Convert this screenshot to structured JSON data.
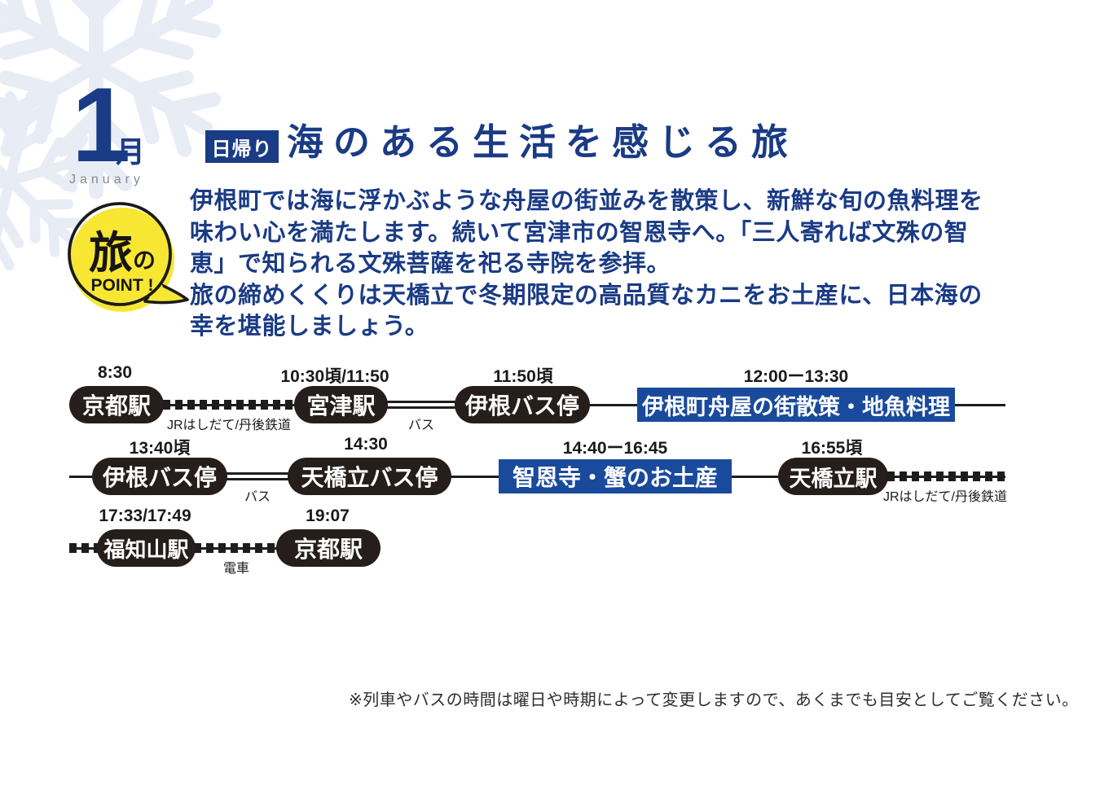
{
  "month": {
    "number": "1",
    "unit": "月",
    "name": "January"
  },
  "header": {
    "badge": "日帰り",
    "title": "海のある生活を感じる旅"
  },
  "point": {
    "kanji": "旅",
    "particle": "の",
    "label": "POINT !"
  },
  "description": {
    "lines": [
      "伊根町では海に浮かぶような舟屋の街並みを散策し、新鮮な旬の魚料理を",
      "味わい心を満たします。続いて宮津市の智恩寺へ。「三人寄れば文殊の智",
      "恵」で知られる文殊菩薩を祀る寺院を参拝。",
      "旅の締めくくりは天橋立で冬期限定の高品質なカニをお土産に、日本海の",
      "幸を堪能しましょう。"
    ]
  },
  "timeline": {
    "row1": {
      "stop1": {
        "time": "8:30",
        "label": "京都駅"
      },
      "seg1_label": "JRはしだて/丹後鉄道",
      "stop2": {
        "time": "10:30頃/11:50",
        "label": "宮津駅"
      },
      "seg2_label": "バス",
      "stop3": {
        "time": "11:50頃",
        "label": "伊根バス停"
      },
      "activity": {
        "time": "12:00ー13:30",
        "label": "伊根町舟屋の街散策・地魚料理"
      }
    },
    "row2": {
      "stop1": {
        "time": "13:40頃",
        "label": "伊根バス停"
      },
      "seg1_label": "バス",
      "stop2": {
        "time": "14:30",
        "label": "天橋立バス停"
      },
      "activity": {
        "time": "14:40ー16:45",
        "label": "智恩寺・蟹のお土産"
      },
      "stop3": {
        "time": "16:55頃",
        "label": "天橋立駅"
      },
      "seg3_label": "JRはしだて/丹後鉄道"
    },
    "row3": {
      "stop1": {
        "time": "17:33/17:49",
        "label": "福知山駅"
      },
      "seg1_label": "電車",
      "stop2": {
        "time": "19:07",
        "label": "京都駅"
      }
    }
  },
  "footer": {
    "note": "※列車やバスの時間は曜日や時期によって変更しますので、あくまでも目安としてご覧ください。"
  },
  "colors": {
    "navy_text": "#1a3b85",
    "activity_blue": "#1a4a9c",
    "pill_black": "#251e1b",
    "point_yellow": "#f7e733",
    "snowflake": "#e8ecf5"
  }
}
